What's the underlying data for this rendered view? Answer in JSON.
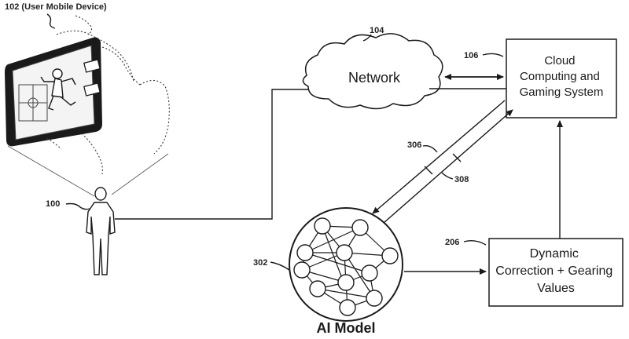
{
  "refs": {
    "device": "102 (User Mobile Device)",
    "network": "104",
    "cloud": "106",
    "user": "100",
    "link_a": "306",
    "link_b": "308",
    "ai": "302",
    "dynamic": "206"
  },
  "labels": {
    "network": "Network",
    "cloud": [
      "Cloud",
      "Computing and",
      "Gaming System"
    ],
    "dynamic": [
      "Dynamic",
      "Correction + Gearing",
      "Values"
    ],
    "ai_model": "AI Model"
  }
}
